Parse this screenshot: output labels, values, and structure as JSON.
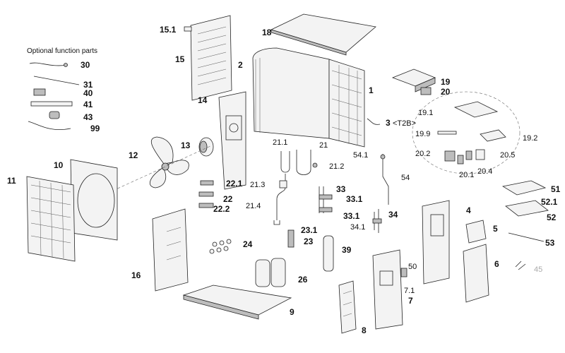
{
  "diagram": {
    "optional_title": "Optional function parts",
    "labels": {
      "l15_1": "15.1",
      "l15": "15",
      "l18": "18",
      "l2": "2",
      "l1": "1",
      "l19": "19",
      "l20": "20",
      "l14": "14",
      "l3": "3",
      "l3_tag": "<T2B>",
      "l19_1": "19.1",
      "l19_9": "19.9",
      "l19_2": "19.2",
      "l20_2": "20.2",
      "l20_5": "20.5",
      "l20_1": "20.1",
      "l20_4": "20.4",
      "l30": "30",
      "l31": "31",
      "l40": "40",
      "l41": "41",
      "l43": "43",
      "l99": "99",
      "l13": "13",
      "l12": "12",
      "l10": "10",
      "l11": "11",
      "l21_1": "21.1",
      "l21": "21",
      "l21_2": "21.2",
      "l21_3": "21.3",
      "l21_4": "21.4",
      "l54_1": "54.1",
      "l54": "54",
      "l22_1": "22.1",
      "l22": "22",
      "l22_2": "22.2",
      "l33": "33",
      "l33_1a": "33.1",
      "l33_1b": "33.1",
      "l34": "34",
      "l34_1": "34.1",
      "l4": "4",
      "l5": "5",
      "l6": "6",
      "l51": "51",
      "l52_1": "52.1",
      "l52": "52",
      "l53": "53",
      "l23_1": "23.1",
      "l23": "23",
      "l24": "24",
      "l39": "39",
      "l50": "50",
      "l7_1": "7.1",
      "l7": "7",
      "l16": "16",
      "l26": "26",
      "l9": "9",
      "l8": "8",
      "l45": "45"
    }
  }
}
